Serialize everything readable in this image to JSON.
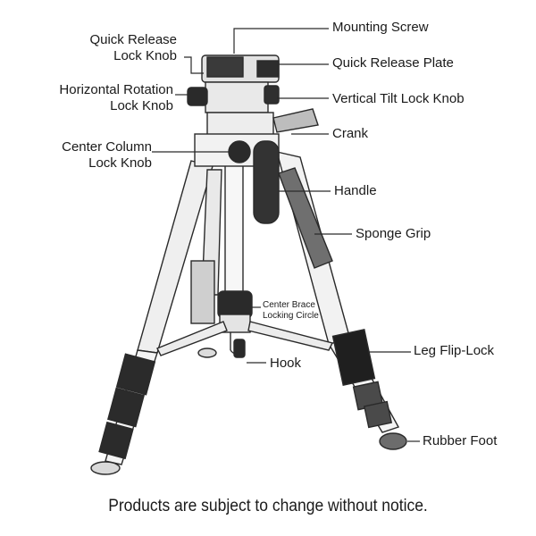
{
  "labels": {
    "mounting_screw": "Mounting Screw",
    "quick_release_lock_knob": [
      "Quick Release",
      "Lock Knob"
    ],
    "quick_release_plate": "Quick Release Plate",
    "horizontal_rotation_lock_knob": [
      "Horizontal Rotation",
      "Lock Knob"
    ],
    "vertical_tilt_lock_knob": "Vertical Tilt Lock  Knob",
    "crank": "Crank",
    "center_column_lock_knob": [
      "Center Column",
      "Lock  Knob"
    ],
    "handle": "Handle",
    "sponge_grip": "Sponge Grip",
    "center_brace_locking_circle": [
      "Center Brace",
      "Locking Circle"
    ],
    "hook": "Hook",
    "leg_flip_lock": "Leg Flip-Lock",
    "rubber_foot": "Rubber Foot"
  },
  "notice": "Products are subject to change without notice.",
  "colors": {
    "line": "#2a2a2a",
    "dark": "#1e1e1e",
    "mid": "#7a7a7a",
    "light": "#e6e6e6"
  }
}
